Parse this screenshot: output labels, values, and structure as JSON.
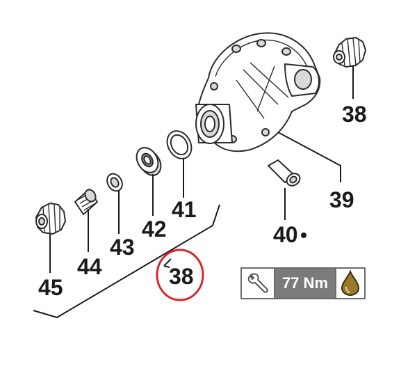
{
  "callouts": {
    "c38_top": "38",
    "c39": "39",
    "c40": "40",
    "c41": "41",
    "c42": "42",
    "c43": "43",
    "c44": "44",
    "c45": "45",
    "c38_highlighted": "38"
  },
  "torque_spec": {
    "value": "77 Nm",
    "left_icon": "wrench-icon",
    "right_icon": "oil-drop-icon"
  },
  "colors": {
    "highlight_circle": "#d9262b",
    "torque_value_bg": "#7b7b7b",
    "oil_drop": "#9a7a2a"
  }
}
